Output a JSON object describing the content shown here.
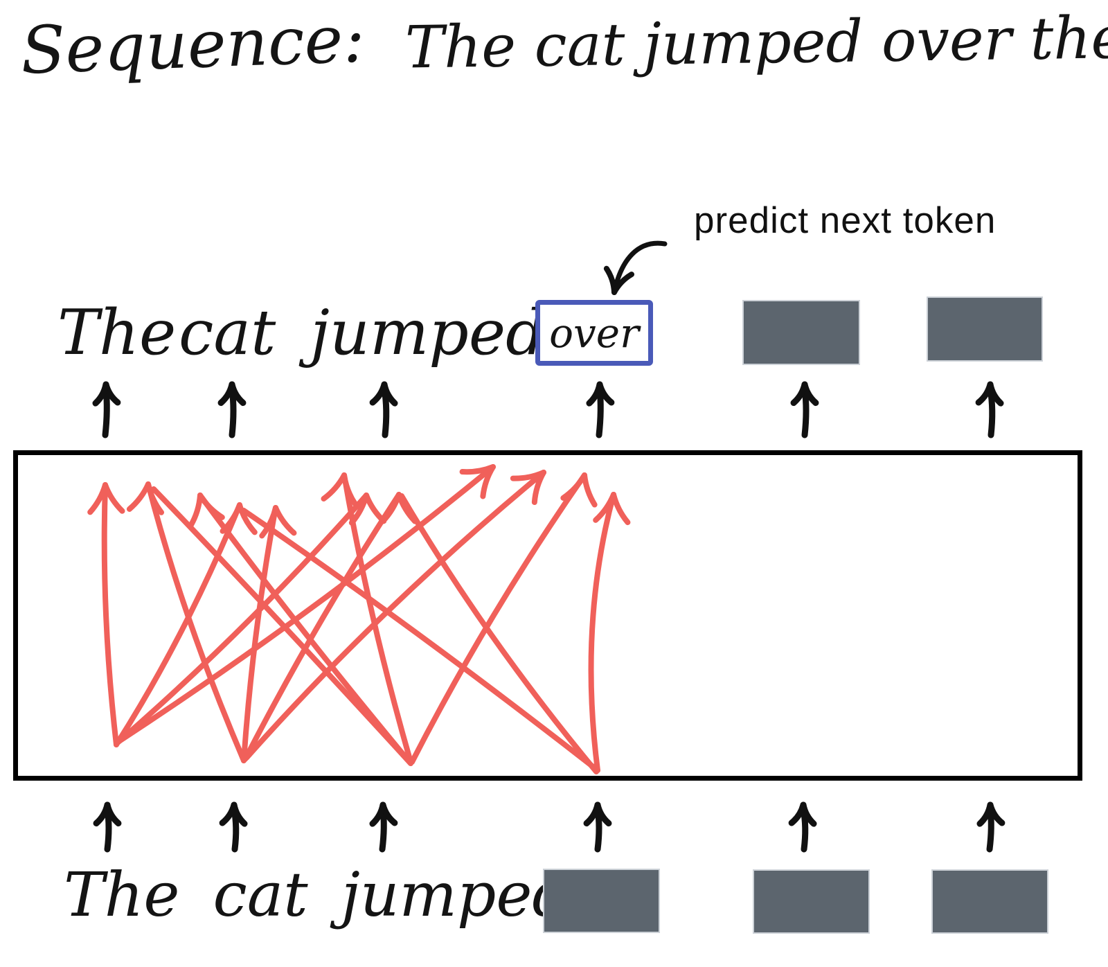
{
  "title": {
    "prefix": "Sequence:",
    "sentence": "The cat jumped over the dog"
  },
  "annotation": {
    "label": "predict next token"
  },
  "output_row": {
    "tokens": [
      "The",
      "cat",
      "jumped"
    ],
    "predicted_token": "over",
    "masked_count": 2
  },
  "input_row": {
    "tokens": [
      "The",
      "cat",
      "jumped"
    ],
    "masked_count": 3
  },
  "colors": {
    "arrow_red": "#f0605a",
    "masked_gray": "#5c656e",
    "box_blue": "#4a5ab8",
    "ink": "#141414"
  }
}
